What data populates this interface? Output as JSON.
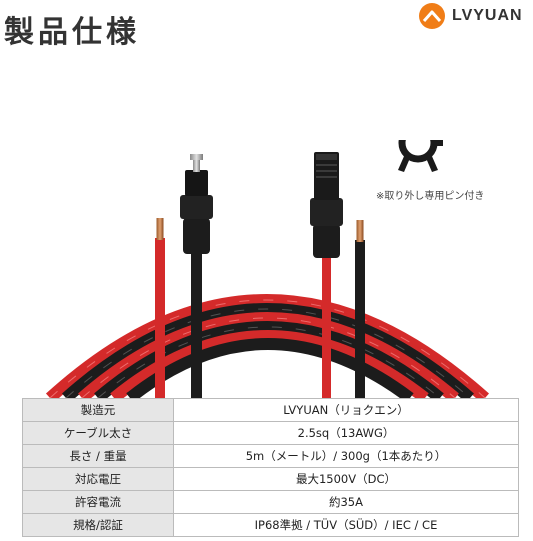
{
  "page_title": "製品仕様",
  "brand": {
    "name": "LVYUAN",
    "logo_icon": "mountain-logo-icon",
    "accent": "#f07d17"
  },
  "illustration": {
    "tool_note": "※取り外し専用ピン付き",
    "cable_colors": {
      "red": "#d42a2a",
      "black": "#1c1c1c"
    }
  },
  "spec_table": {
    "rows": [
      {
        "label": "製造元",
        "value": "LVYUAN（リョクエン）"
      },
      {
        "label": "ケーブル太さ",
        "value": "2.5sq（13AWG）"
      },
      {
        "label": "長さ / 重量",
        "value": "5m（メートル）/ 300g（1本あたり）"
      },
      {
        "label": "対応電圧",
        "value": "最大1500V（DC）"
      },
      {
        "label": "許容電流",
        "value": "約35A"
      },
      {
        "label": "規格/認証",
        "value": "IP68準拠 / TÜV（SÜD）/ IEC / CE"
      }
    ]
  }
}
